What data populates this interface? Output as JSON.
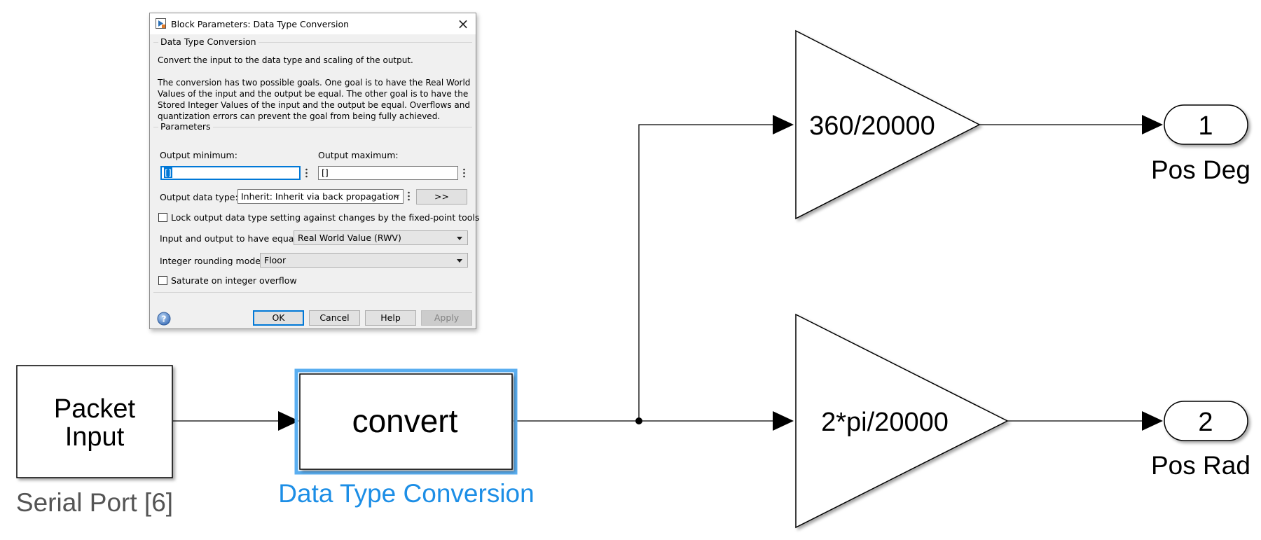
{
  "diagram": {
    "blocks": {
      "packet_input": {
        "line1": "Packet",
        "line2": "Input",
        "caption": "Serial Port [6]"
      },
      "convert": {
        "label": "convert",
        "caption": "Data Type Conversion"
      },
      "gain_deg": {
        "label": "360/20000"
      },
      "gain_rad": {
        "label": "2*pi/20000"
      },
      "outport1": {
        "number": "1",
        "caption": "Pos Deg"
      },
      "outport2": {
        "number": "2",
        "caption": "Pos Rad"
      }
    },
    "colors": {
      "selection": "#5aaef0",
      "caption_selected": "#1c8ee6",
      "caption_default": "#555555",
      "line": "#000000"
    }
  },
  "dialog": {
    "title": "Block Parameters: Data Type Conversion",
    "header_group": "Data Type Conversion",
    "description1": "Convert the input to the data type and scaling of the output.",
    "description2_lines": [
      "The conversion has two possible goals. One goal is to have the Real World",
      "Values of the input and the output be equal.  The other goal is to have the",
      "Stored Integer Values of the input and the output be equal.  Overflows and",
      "quantization errors can prevent the goal from being fully achieved."
    ],
    "parameters_group": "Parameters",
    "output_min_label": "Output minimum:",
    "output_min_value": "[]",
    "output_max_label": "Output maximum:",
    "output_max_value": "[]",
    "output_dtype_label": "Output data type:",
    "output_dtype_value": "Inherit: Inherit via back propagation",
    "assistant_button": ">>",
    "lock_label": "Lock output data type setting against changes by the fixed-point tools",
    "lock_checked": false,
    "equal_label": "Input and output to have equal:",
    "equal_value": "Real World Value (RWV)",
    "rounding_label": "Integer rounding mode:",
    "rounding_value": "Floor",
    "saturate_label": "Saturate on integer overflow",
    "saturate_checked": false,
    "buttons": {
      "ok": "OK",
      "cancel": "Cancel",
      "help": "Help",
      "apply": "Apply"
    },
    "icons": {
      "title": "simulink-block-icon",
      "close": "close-icon",
      "help": "help-icon"
    }
  }
}
